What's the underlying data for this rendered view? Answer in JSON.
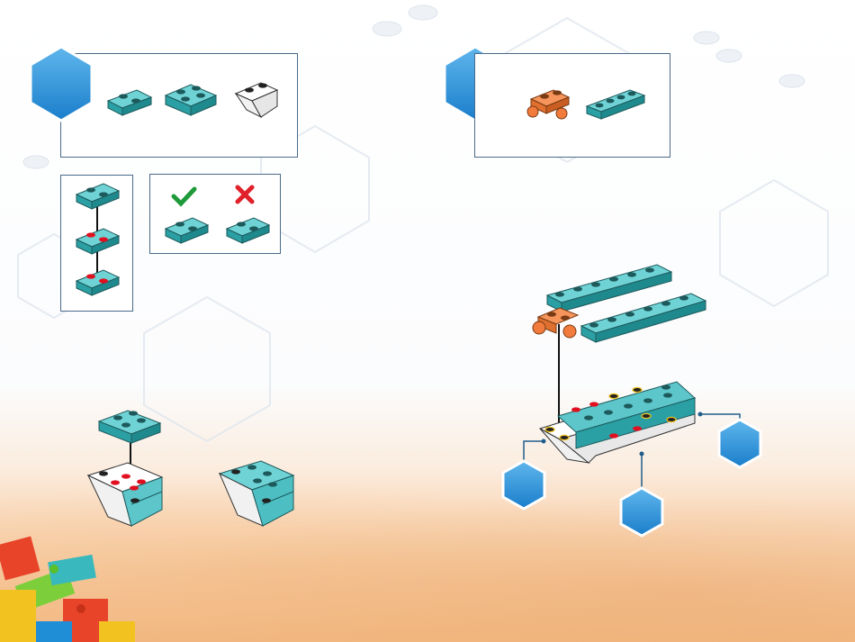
{
  "page": {
    "left_step": {
      "parts": [
        "plate-1x2-teal",
        "plate-2x2-teal",
        "slope-white"
      ],
      "hint": {
        "correct": "check-icon",
        "wrong": "cross-icon"
      }
    },
    "right_step": {
      "parts": [
        "plate-orange-with-wheels",
        "plate-1x4-teal"
      ],
      "callouts": 3
    }
  },
  "colors": {
    "teal": "#39b9bd",
    "teal_dark": "#1f8a8e",
    "orange": "#f07b3c",
    "white_brick": "#ffffff",
    "stud_red": "#e01020",
    "stud_yellow": "#f2c320",
    "hex_blue": "#1f8ed6",
    "panel_border": "#4a6a8a",
    "check": "#1f9a3a",
    "cross": "#e0202a"
  }
}
